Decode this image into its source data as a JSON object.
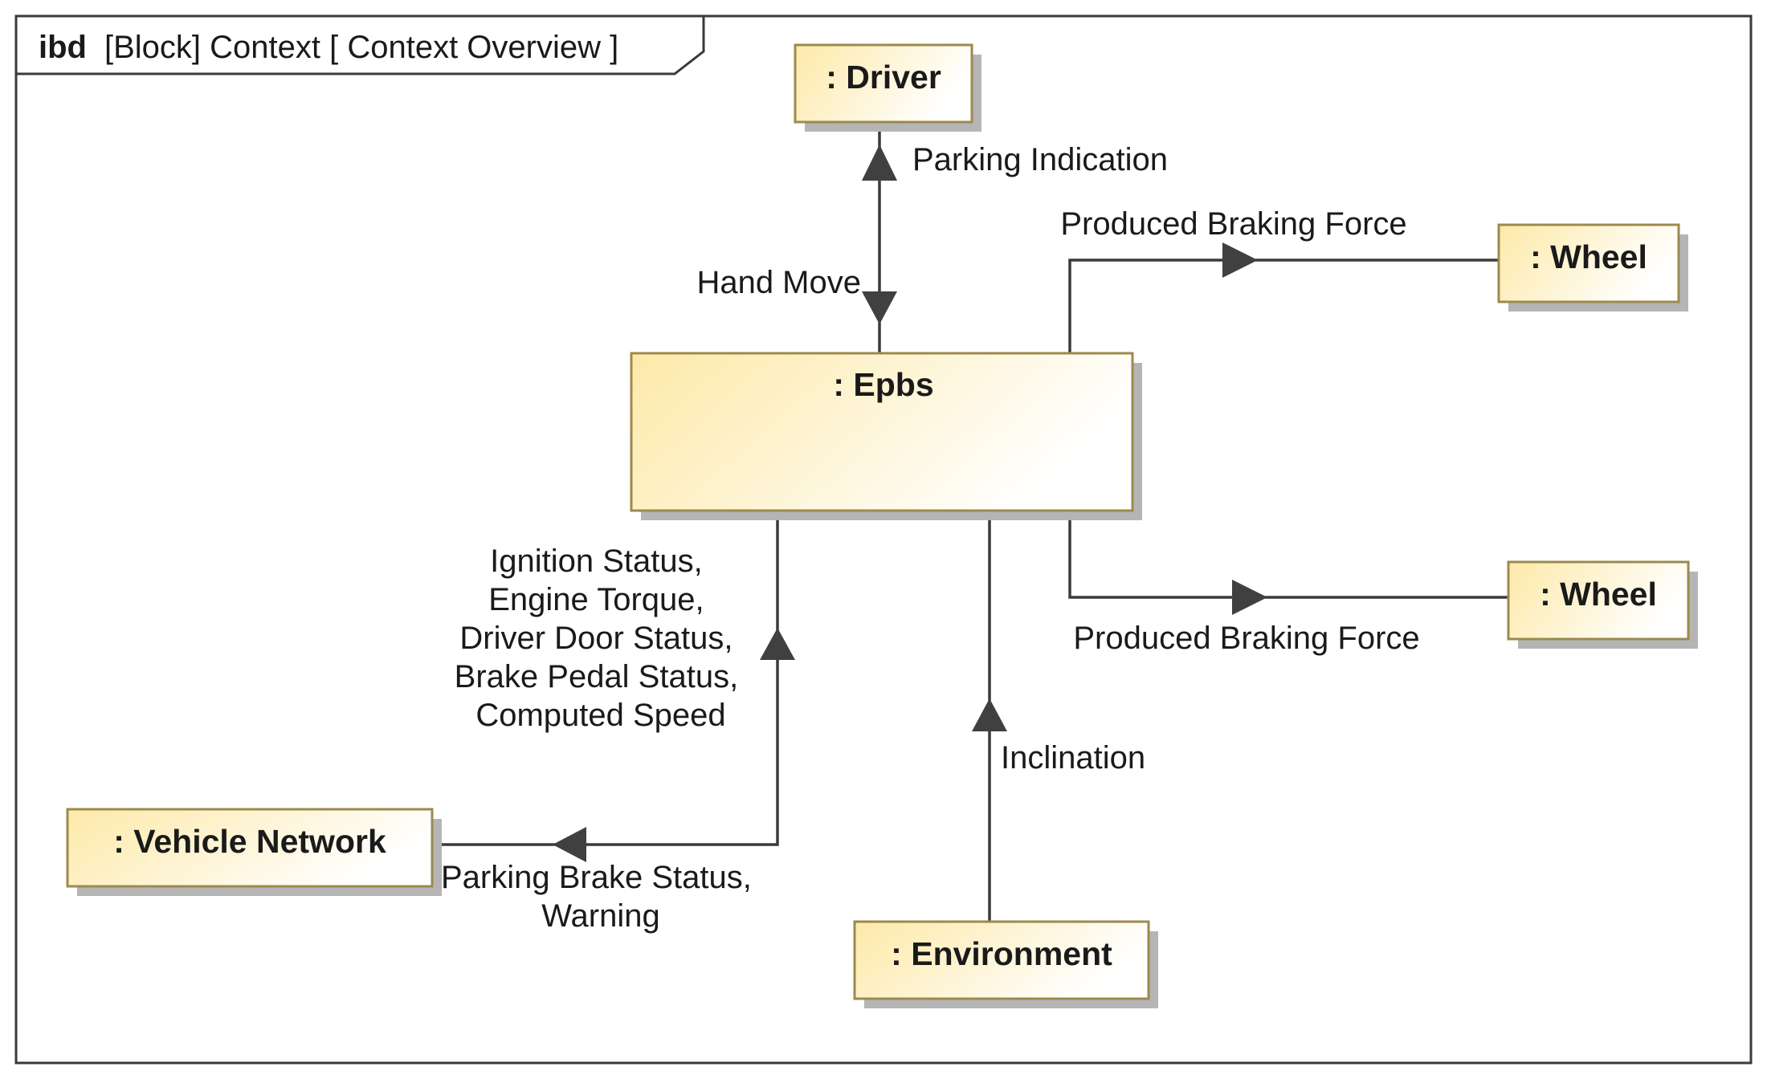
{
  "frame": {
    "keyword": "ibd",
    "title": "[Block] Context [ Context Overview  ]"
  },
  "colors": {
    "block_fill_start": "#fde9a8",
    "block_fill_end": "#ffffff",
    "block_border": "#9c8a4d",
    "shadow": "#b0b0b0",
    "line": "#3a3a3a",
    "frame_border": "#3a3a3a"
  },
  "blocks": {
    "driver": ": Driver",
    "epbs": ": Epbs",
    "wheel_top": ": Wheel",
    "wheel_bottom": ": Wheel",
    "vehicle_network": ": Vehicle Network",
    "environment": ": Environment"
  },
  "flows": {
    "parking_indication": "Parking Indication",
    "hand_move": "Hand Move",
    "braking_force_top": "Produced Braking Force",
    "braking_force_bottom": "Produced Braking Force",
    "network_inputs": [
      "Ignition Status,",
      "Engine Torque,",
      "Driver Door Status,",
      "Brake Pedal Status,",
      "Computed Speed"
    ],
    "network_outputs": [
      "Parking Brake Status,",
      "Warning"
    ],
    "inclination": "Inclination"
  }
}
